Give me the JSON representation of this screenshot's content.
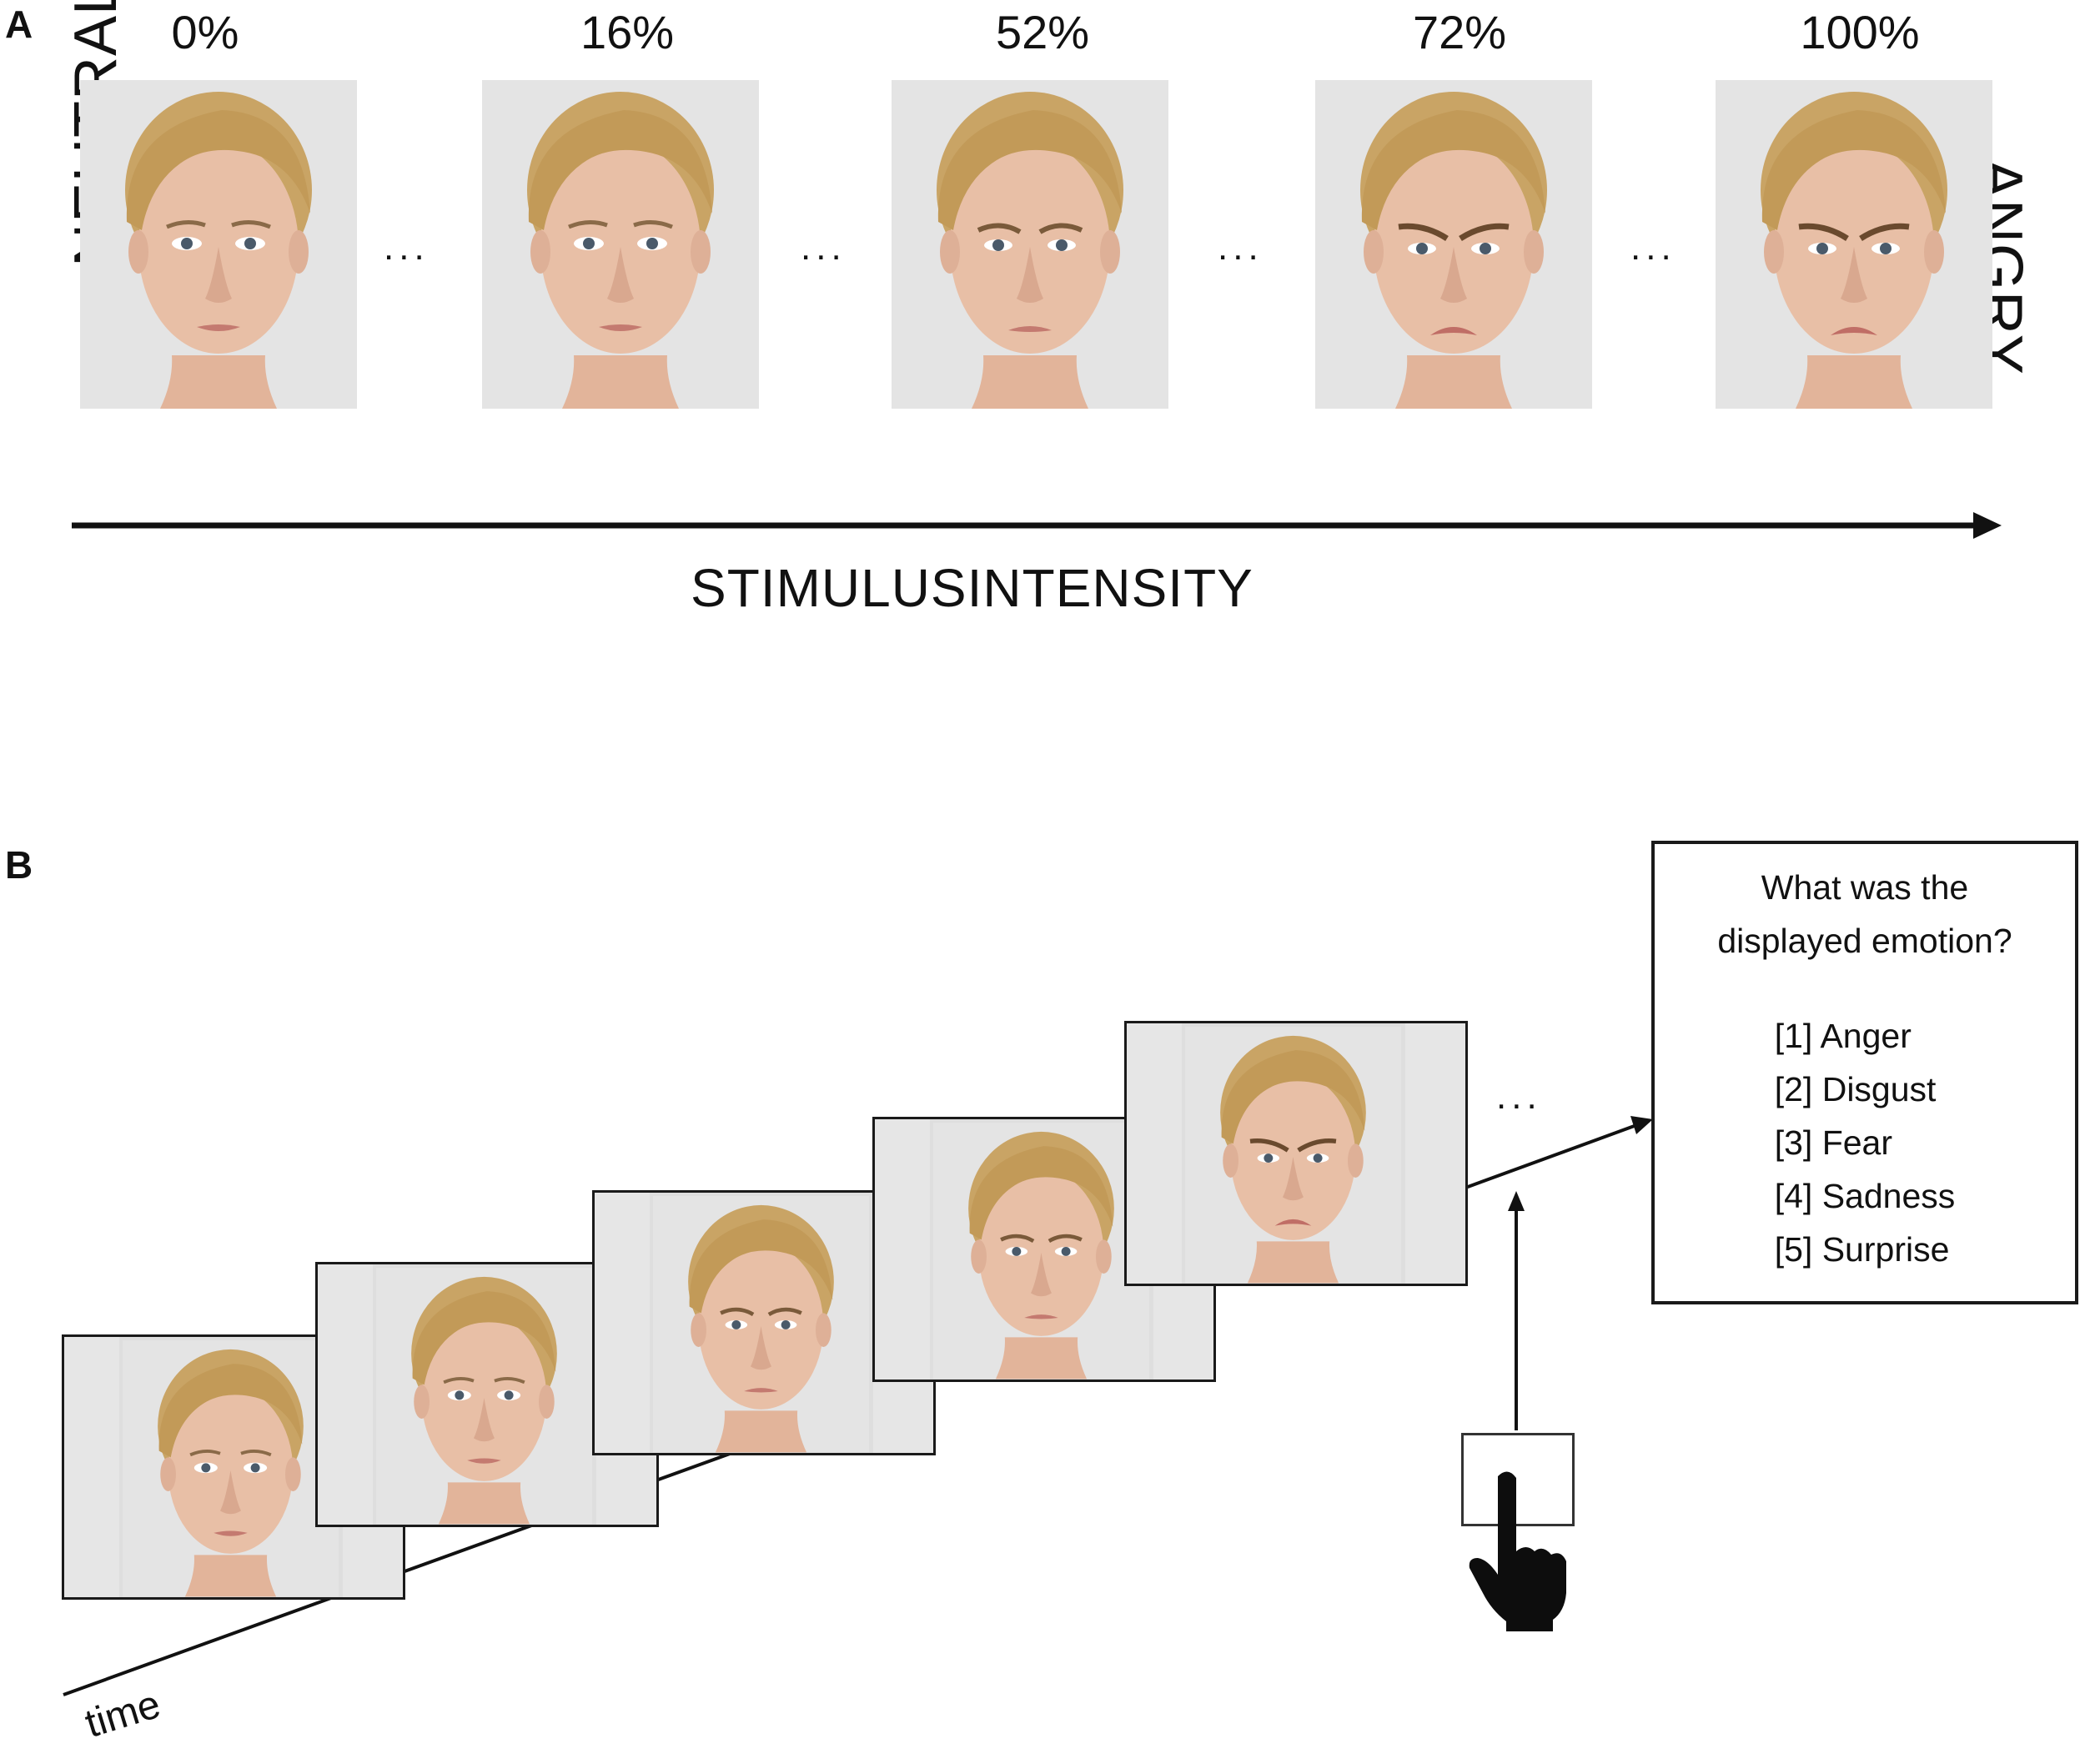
{
  "panel_a": {
    "letter": "A",
    "percent_labels": [
      "0%",
      "16%",
      "52%",
      "72%",
      "100%"
    ],
    "left_label": "NEUTRAL",
    "right_label": "ANGRY",
    "ellipsis": "...",
    "axis_label": "STIMULUSINTENSITY"
  },
  "panel_b": {
    "letter": "B",
    "question_line1": "What was the",
    "question_line2": "displayed emotion?",
    "options": [
      "[1] Anger",
      "[2] Disgust",
      "[3] Fear",
      "[4] Sadness",
      "[5] Surprise"
    ],
    "ellipsis": "...",
    "time_label": "time"
  },
  "colors": {
    "background": "#ffffff",
    "photo_background": "#e4e4e4",
    "hair": "#c9a465",
    "skin": "#e8bfa6",
    "ink": "#111111"
  },
  "icons": [
    "pointing-hand-icon",
    "face-photo"
  ]
}
